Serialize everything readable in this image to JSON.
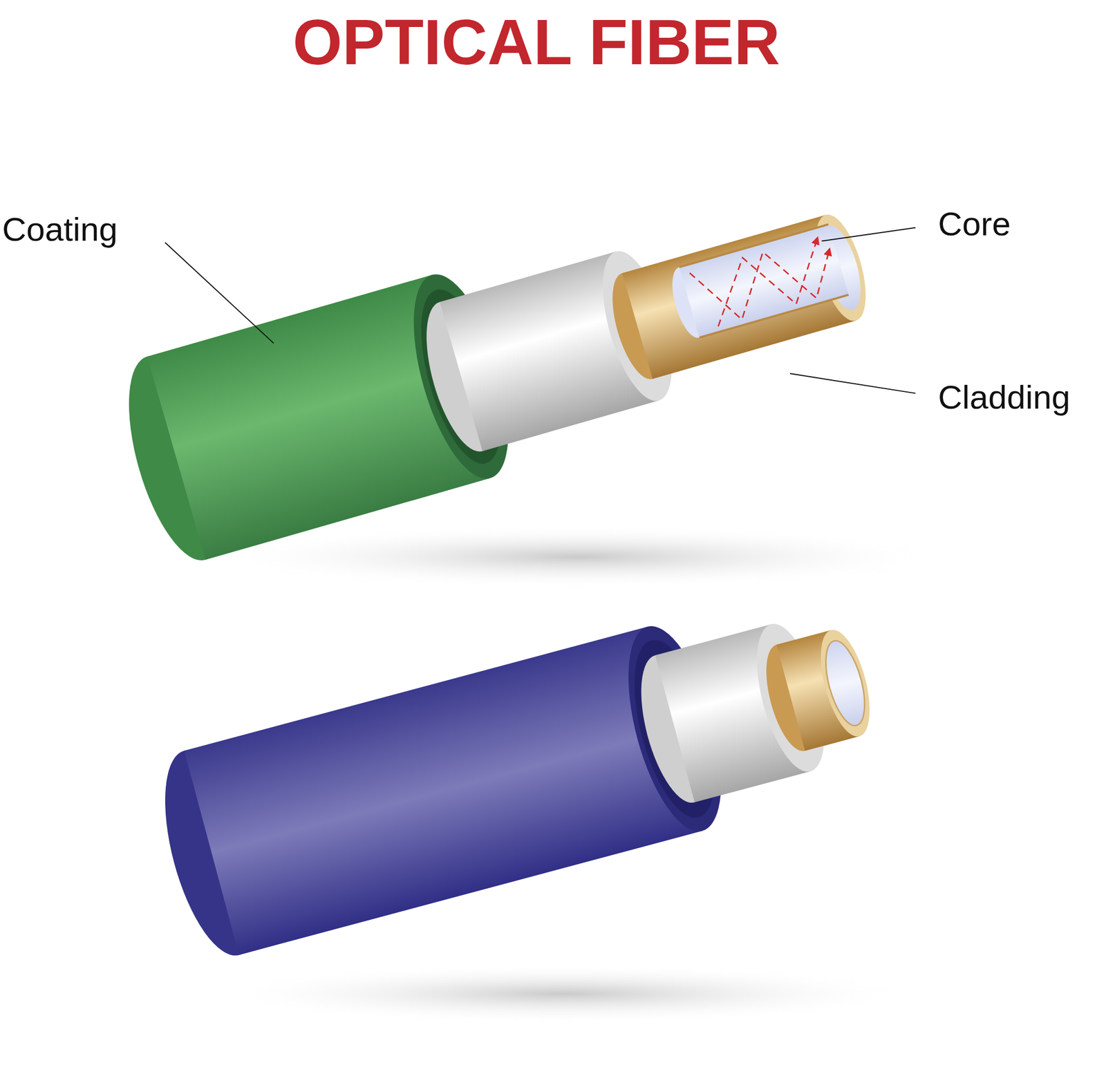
{
  "diagram": {
    "title": "OPTICAL FIBER",
    "labels": [
      "Coating",
      "Core",
      "Cladding"
    ]
  }
}
